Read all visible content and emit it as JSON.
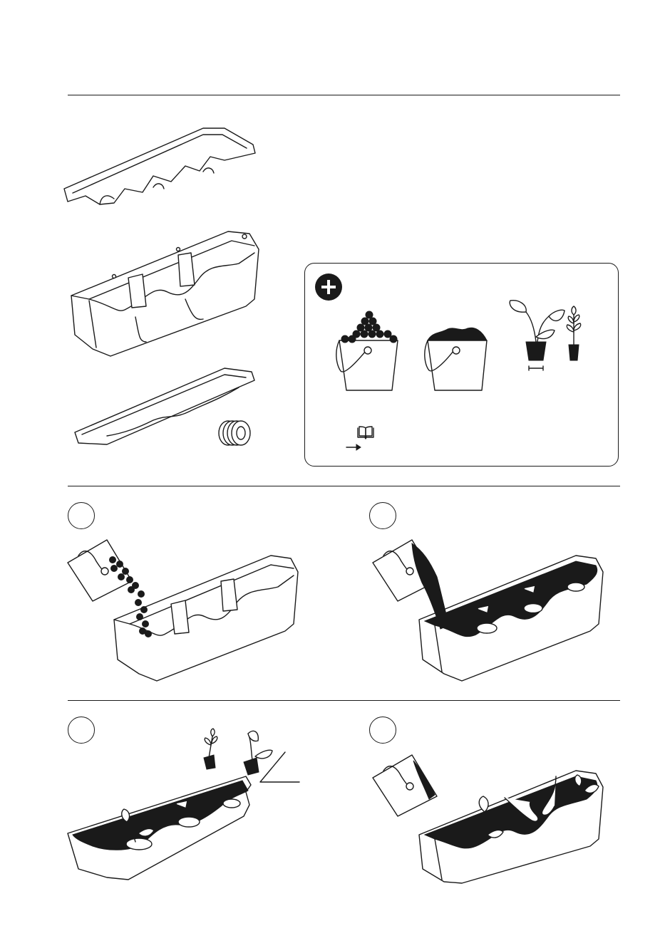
{
  "page": {
    "components_header": "",
    "extras_badge": "plus-icon",
    "manual_icon": "book-icon",
    "arrow_icon": "arrow-right-icon"
  },
  "steps": [
    {
      "number": "",
      "action": "pour-clay-pebbles"
    },
    {
      "number": "",
      "action": "fill-potting-soil"
    },
    {
      "number": "",
      "action": "insert-plants"
    },
    {
      "number": "",
      "action": "top-up-soil-and-press"
    }
  ],
  "components": [
    {
      "name": "top-rim-frame"
    },
    {
      "name": "planter-body"
    },
    {
      "name": "drip-tray"
    },
    {
      "name": "plug-stopper"
    }
  ],
  "extras": [
    {
      "name": "clay-pebbles-bucket"
    },
    {
      "name": "potting-soil-bucket"
    },
    {
      "name": "plants"
    }
  ],
  "colors": {
    "ink": "#1a1a1a",
    "paper": "#ffffff"
  }
}
